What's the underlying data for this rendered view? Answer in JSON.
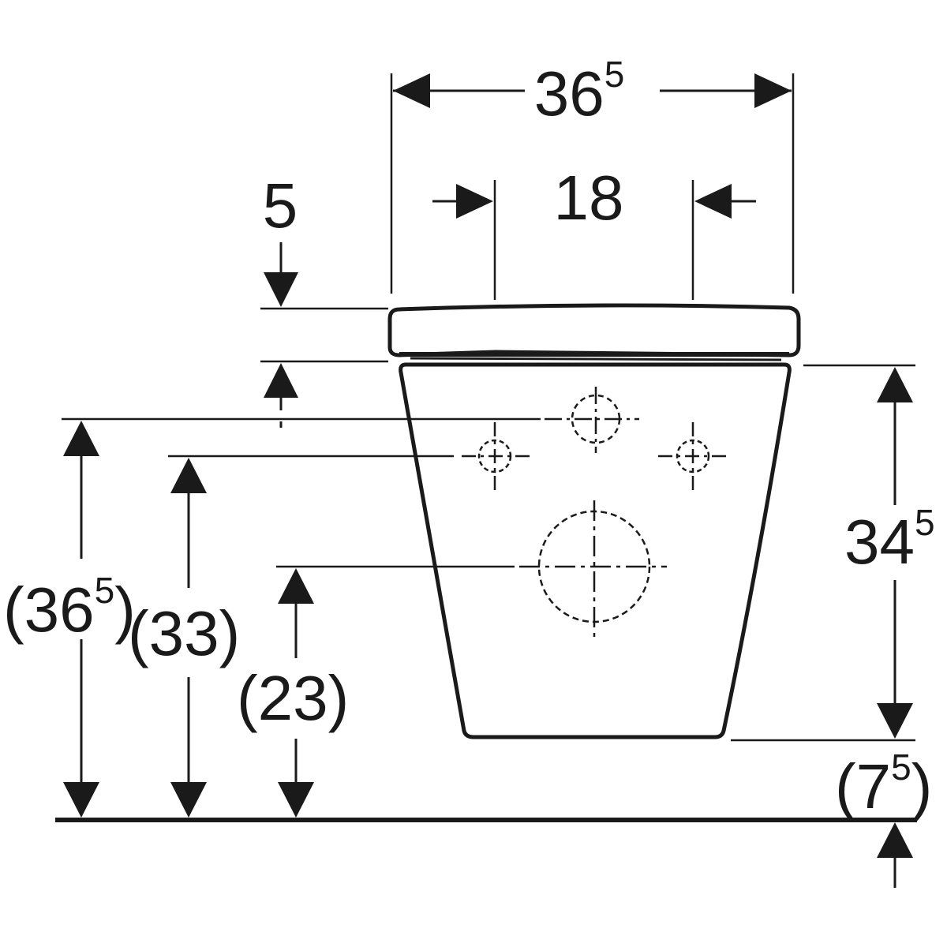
{
  "diagram": {
    "stroke_color": "#1a1a1a",
    "background": "#ffffff",
    "dimensions": {
      "total_width": {
        "main": "36",
        "sup": "5"
      },
      "fixing_spacing": {
        "main": "18",
        "sup": ""
      },
      "seat_thickness": {
        "main": "5",
        "sup": ""
      },
      "bowl_height": {
        "main": "34",
        "sup": "5"
      },
      "floor_gap": {
        "open": "(",
        "main": "7",
        "sup": "5",
        "close": ")"
      },
      "height_top": {
        "open": "(",
        "main": "36",
        "sup": "5",
        "close": ")"
      },
      "height_fixings": {
        "text": "(33)"
      },
      "height_outlet": {
        "text": "(23)"
      }
    }
  }
}
